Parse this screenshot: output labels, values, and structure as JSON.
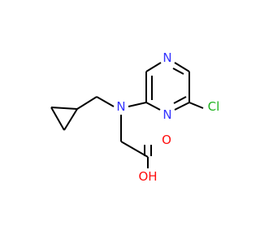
{
  "molecule": {
    "atoms": {
      "n_pyrazine_top": "N",
      "n_pyrazine_bottom": "N",
      "n_amine": "N",
      "chlorine": "Cl",
      "oxygen_carbonyl": "O",
      "hydroxyl": "OH"
    },
    "colors": {
      "bond": "#000000",
      "nitrogen": "#3333ff",
      "chlorine": "#1fb31f",
      "oxygen": "#ff0d0d"
    }
  }
}
